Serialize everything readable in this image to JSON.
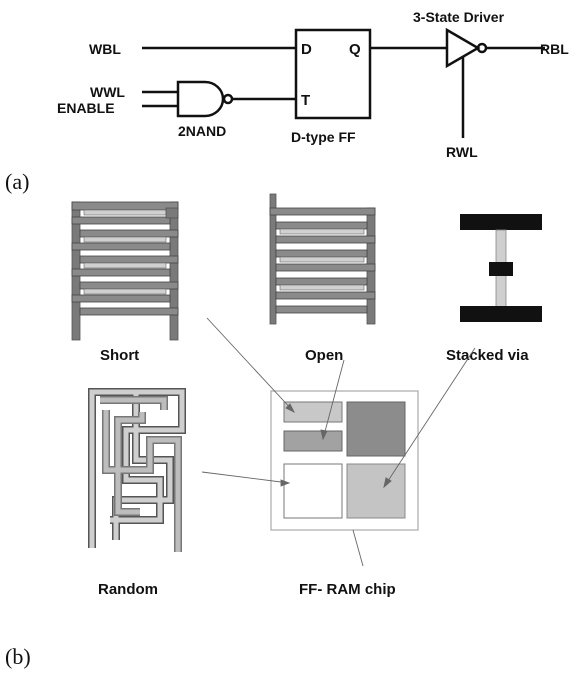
{
  "circuit": {
    "wbl": "WBL",
    "wwl": "WWL",
    "enable": "ENABLE",
    "nand_label": "2NAND",
    "ff_d": "D",
    "ff_q": "Q",
    "ff_t": "T",
    "ff_label": "D-type FF",
    "driver_label": "3-State Driver",
    "rbl": "RBL",
    "rwl": "RWL"
  },
  "caption_a": "(a)",
  "patterns": {
    "short": "Short",
    "open": "Open",
    "stacked_via": "Stacked via",
    "random": "Random",
    "chip": "FF- RAM chip"
  },
  "caption_b": "(b)",
  "colors": {
    "line": "#111111",
    "trace_dark": "#7a7a7a",
    "trace_light": "#d0d0d0",
    "block_dark": "#8c8c8c",
    "block_light": "#c4c4c4"
  }
}
